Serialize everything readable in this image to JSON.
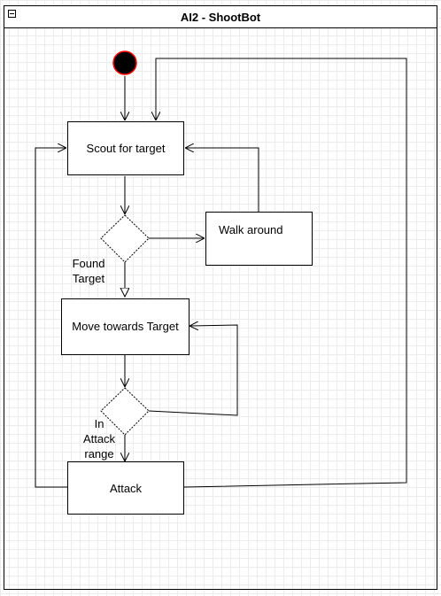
{
  "pool": {
    "title": "AI2 - ShootBot"
  },
  "nodes": {
    "scout": "Scout for target",
    "walk": "Walk around",
    "move": "Move towards Target",
    "attack": "Attack"
  },
  "edge_labels": {
    "found_line1": "Found",
    "found_line2": "Target",
    "range_line1": "In",
    "range_line2": "Attack",
    "range_line3": "range"
  },
  "colors": {
    "start_fill": "#000000",
    "start_stroke": "#ff0000",
    "grid": "#ececec"
  }
}
